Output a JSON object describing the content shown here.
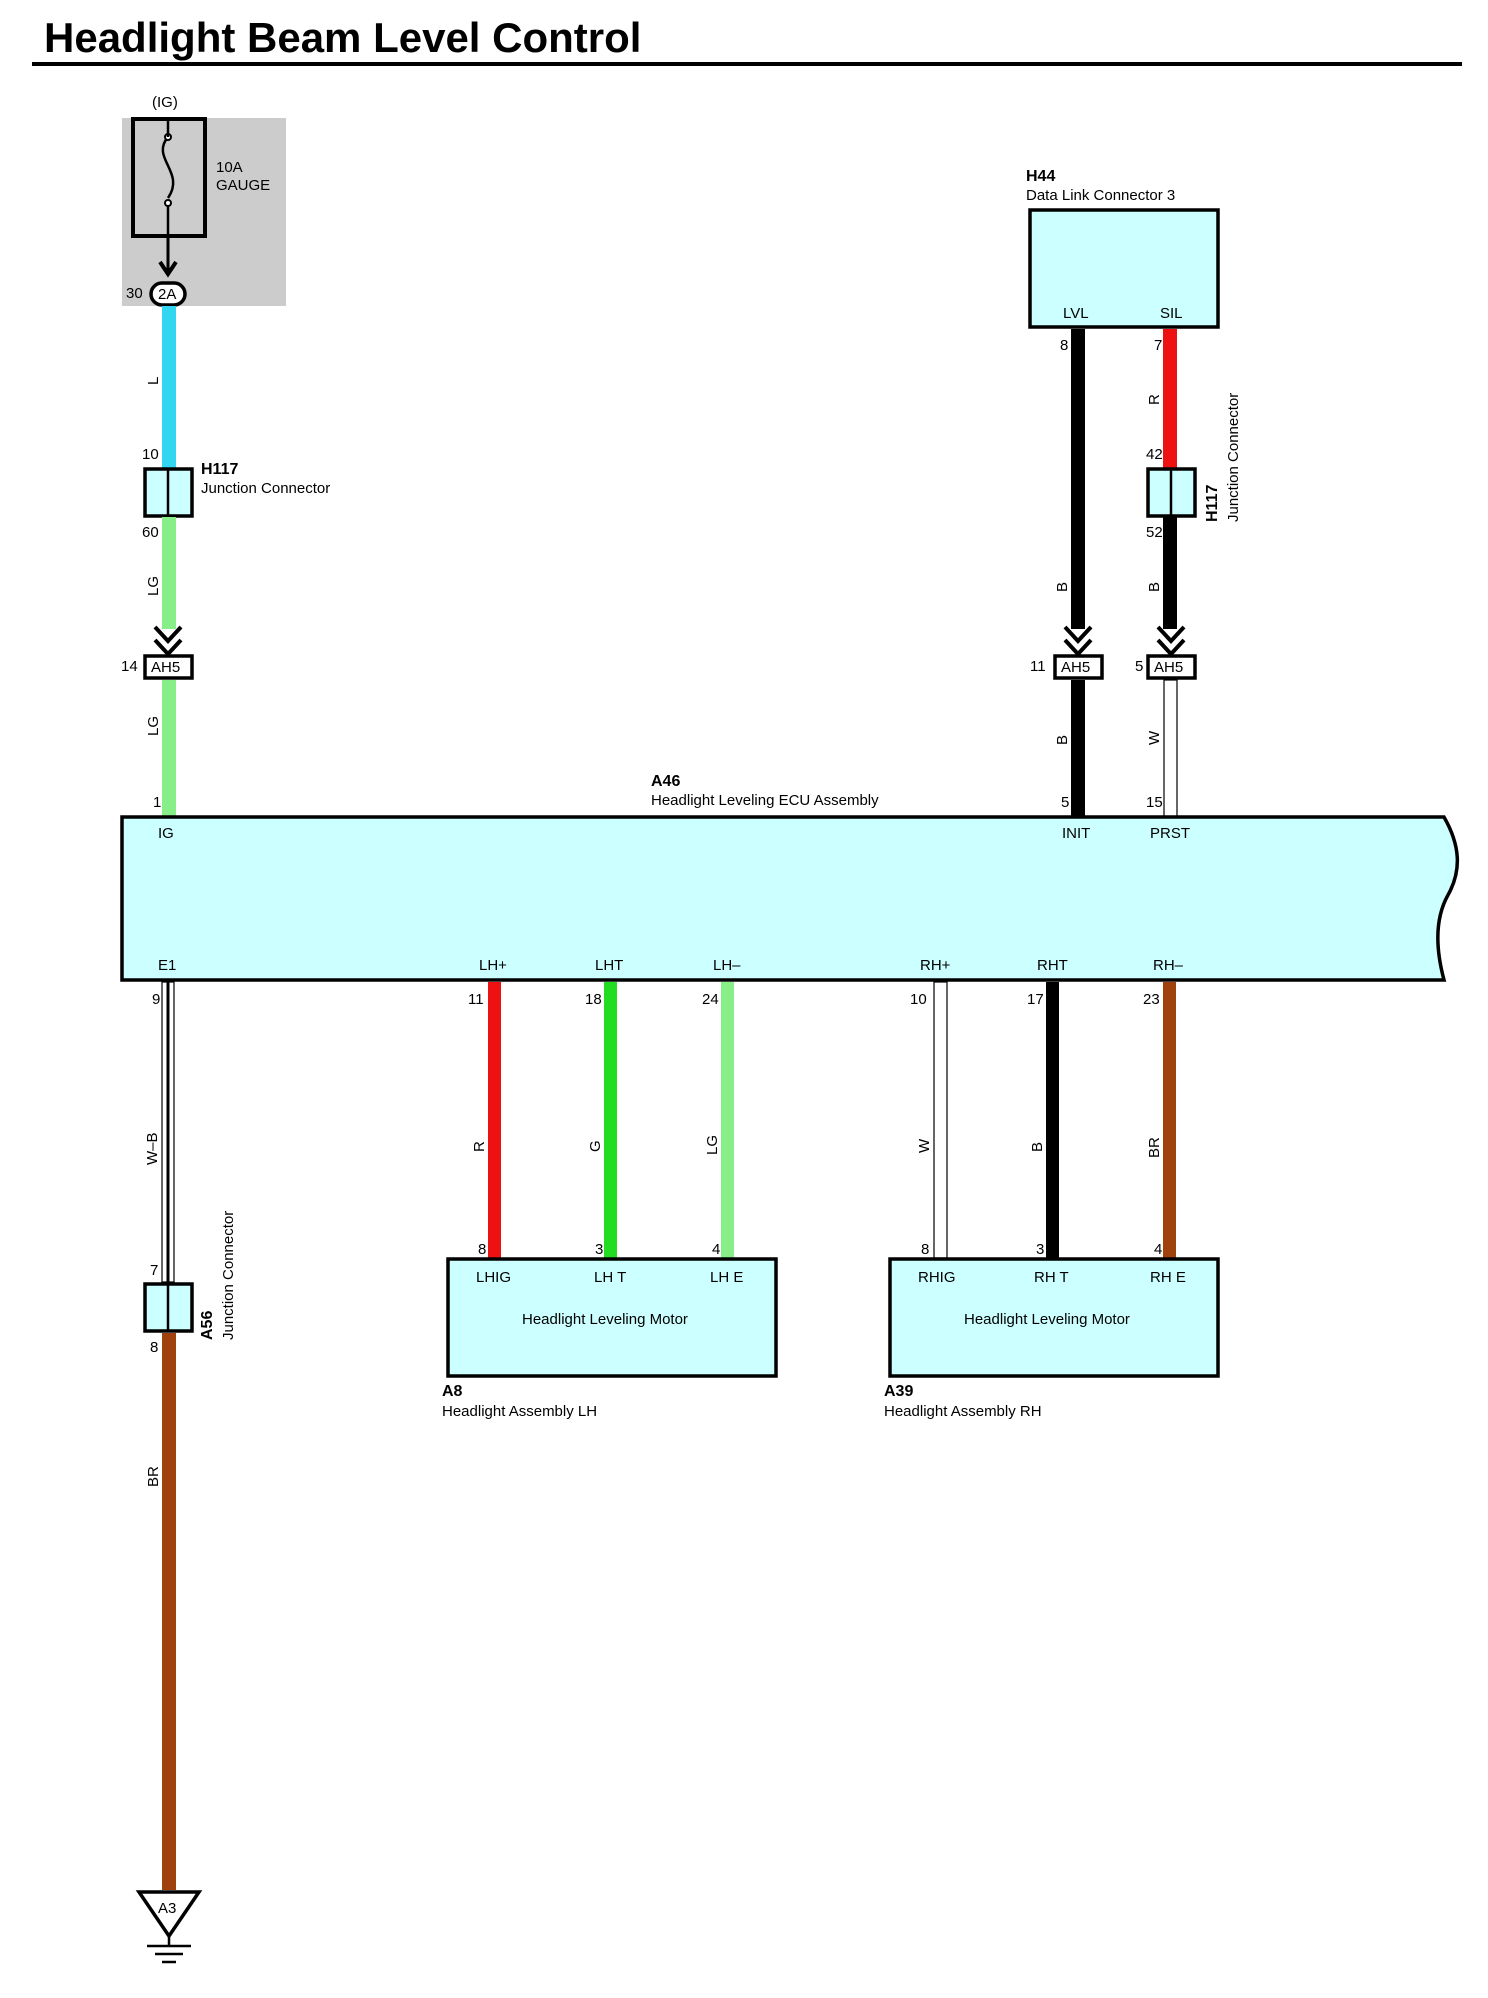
{
  "title": "Headlight Beam Level Control",
  "fuse": {
    "ig_label": "(IG)",
    "rating": "10A",
    "name": "GAUGE",
    "pin": "30",
    "connector": "2A"
  },
  "h117_left": {
    "code": "H117",
    "name": "Junction Connector",
    "pin_top": "10",
    "pin_bottom": "60"
  },
  "h117_right": {
    "code": "H117",
    "name": "Junction Connector",
    "pin_top": "42",
    "pin_bottom": "52"
  },
  "h44": {
    "code": "H44",
    "name": "Data Link Connector 3",
    "term_lvl": "LVL",
    "term_sil": "SIL",
    "pin_lvl": "8",
    "pin_sil": "7"
  },
  "ah5": {
    "label": "AH5",
    "pin_ig": "14",
    "pin_init": "11",
    "pin_prst": "5"
  },
  "ecu": {
    "code": "A46",
    "name": "Headlight Leveling ECU Assembly",
    "top_terms": [
      {
        "term": "IG",
        "pin": "1"
      },
      {
        "term": "INIT",
        "pin": "5"
      },
      {
        "term": "PRST",
        "pin": "15"
      }
    ],
    "bottom_terms": [
      {
        "term": "E1",
        "pin": "9"
      },
      {
        "term": "LH+",
        "pin": "11"
      },
      {
        "term": "LHT",
        "pin": "18"
      },
      {
        "term": "LH–",
        "pin": "24"
      },
      {
        "term": "RH+",
        "pin": "10"
      },
      {
        "term": "RHT",
        "pin": "17"
      },
      {
        "term": "RH–",
        "pin": "23"
      }
    ]
  },
  "wires": {
    "ig_upper": "L",
    "ig_mid": "LG",
    "ig_lower": "LG",
    "lvl_upper": "B",
    "lvl_lower": "B",
    "sil_upper": "R",
    "sil_mid": "B",
    "sil_lower": "W",
    "e1": "W–B",
    "ground": "BR",
    "lh_plus": "R",
    "lht": "G",
    "lh_minus": "LG",
    "rh_plus": "W",
    "rht": "B",
    "rh_minus": "BR"
  },
  "a56": {
    "code": "A56",
    "name": "Junction Connector",
    "pin_top": "7",
    "pin_bottom": "8"
  },
  "motor_lh": {
    "code": "A8",
    "name": "Headlight Assembly LH",
    "motor_label": "Headlight Leveling Motor",
    "terms": [
      {
        "term": "LHIG",
        "pin": "8"
      },
      {
        "term": "LH T",
        "pin": "3"
      },
      {
        "term": "LH E",
        "pin": "4"
      }
    ]
  },
  "motor_rh": {
    "code": "A39",
    "name": "Headlight Assembly RH",
    "motor_label": "Headlight Leveling Motor",
    "terms": [
      {
        "term": "RHIG",
        "pin": "8"
      },
      {
        "term": "RH T",
        "pin": "3"
      },
      {
        "term": "RH E",
        "pin": "4"
      }
    ]
  },
  "ground": {
    "label": "A3"
  },
  "colors": {
    "light_blue_wire": "#33d6f0",
    "light_green_wire": "#88ee88",
    "green_wire": "#22dd22",
    "red_wire": "#ee1111",
    "brown_wire": "#a0420e",
    "black_wire": "#000000",
    "component_fill": "#ccffff",
    "fuse_box_fill": "#cccccc"
  }
}
